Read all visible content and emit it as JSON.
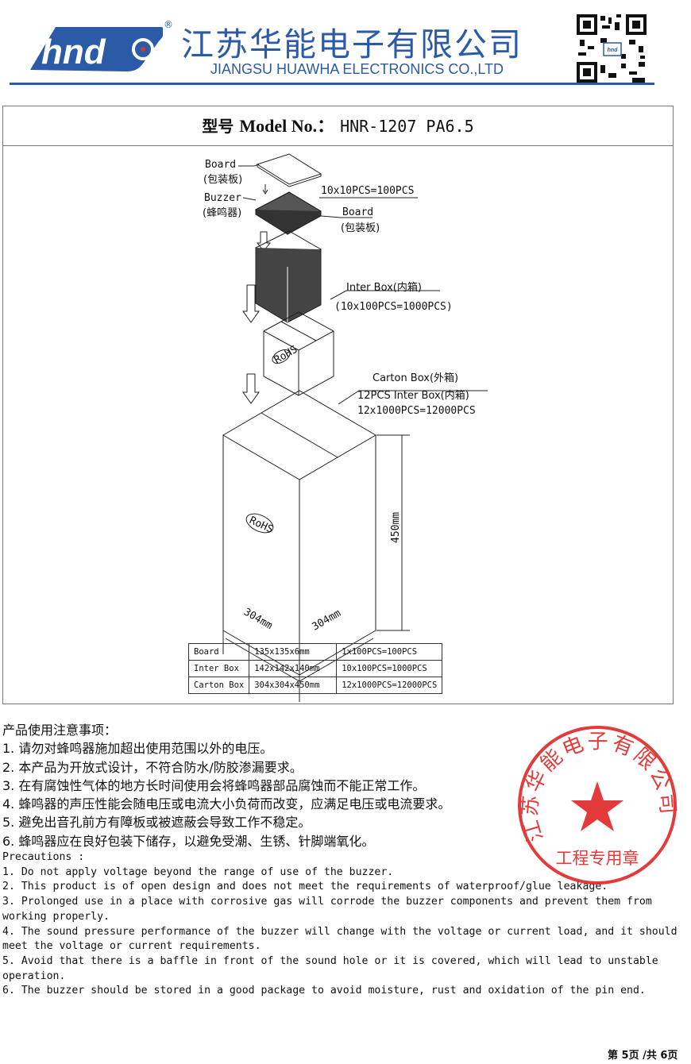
{
  "header": {
    "logo_text": "hnd",
    "company_cn": "江苏华能电子有限公司",
    "company_en": "JIANGSU HUAWHA ELECTRONICS CO.,LTD",
    "reg_mark": "®",
    "brand_color": "#2b5aa7"
  },
  "title": {
    "prefix_cn": "型号",
    "label": "Model No.：",
    "model": "HNR-1207 PA6.5"
  },
  "diagram": {
    "board_top": "Board",
    "board_top_cn": "(包装板)",
    "buzzer": "Buzzer",
    "buzzer_cn": "(蜂鸣器)",
    "pcs_per_board": "10x10PCS=100PCS",
    "board_bottom": "Board",
    "board_bottom_cn": "(包装板)",
    "inter_box": "Inter Box(内箱)",
    "inter_box_qty": "(10x100PCS=1000PCS)",
    "carton_box": "Carton Box(外箱)",
    "carton_line1": "12PCS Inter Box(内箱)",
    "carton_line2": "12x1000PCS=12000PCS",
    "rohs": "RoHS",
    "dim_height": "450mm",
    "dim_left": "304mm",
    "dim_right": "304mm"
  },
  "spec_table": [
    [
      "Board",
      "135x135x6mm",
      "1x100PCS=100PCS"
    ],
    [
      "Inter Box",
      "142x142x140mm",
      "10x100PCS=1000PCS"
    ],
    [
      "Carton Box",
      "304x304x450mm",
      "12x1000PCS=12000PCS"
    ]
  ],
  "notes_cn": {
    "heading": "产品使用注意事项：",
    "items": [
      "1.  请勿对蜂鸣器施加超出使用范围以外的电压。",
      "2.  本产品为开放式设计，不符合防水/防胶渗漏要求。",
      "3.  在有腐蚀性气体的地方长时间使用会将蜂鸣器部品腐蚀而不能正常工作。",
      "4.  蜂鸣器的声压性能会随电压或电流大小负荷而改变，应满足电压或电流要求。",
      "5.  避免出音孔前方有障板或被遮蔽会导致工作不稳定。",
      "6.  蜂鸣器应在良好包装下储存，以避免受潮、生锈、针脚端氧化。"
    ]
  },
  "notes_en": {
    "heading": "Precautions :",
    "items": [
      "1. Do not apply voltage beyond the range of use of the buzzer.",
      "2. This product is of open design and does not meet the requirements of waterproof/glue leakage.",
      "3. Prolonged use in a place with corrosive gas will corrode the buzzer components and prevent them from working properly.",
      "4. The sound pressure performance of the buzzer will change with the voltage or current load, and it should meet the voltage or current requirements.",
      "5. Avoid that there is a baffle in front of the sound hole or it is covered, which will lead to unstable operation.",
      "6. The buzzer should be stored in a good package to avoid moisture, rust and oxidation of the pin end."
    ]
  },
  "stamp": {
    "arc_text": "江苏华能电子有限公司",
    "bottom_text": "工程专用章",
    "color": "#e02020"
  },
  "footer": {
    "page": "第 5页 /共 6页"
  }
}
